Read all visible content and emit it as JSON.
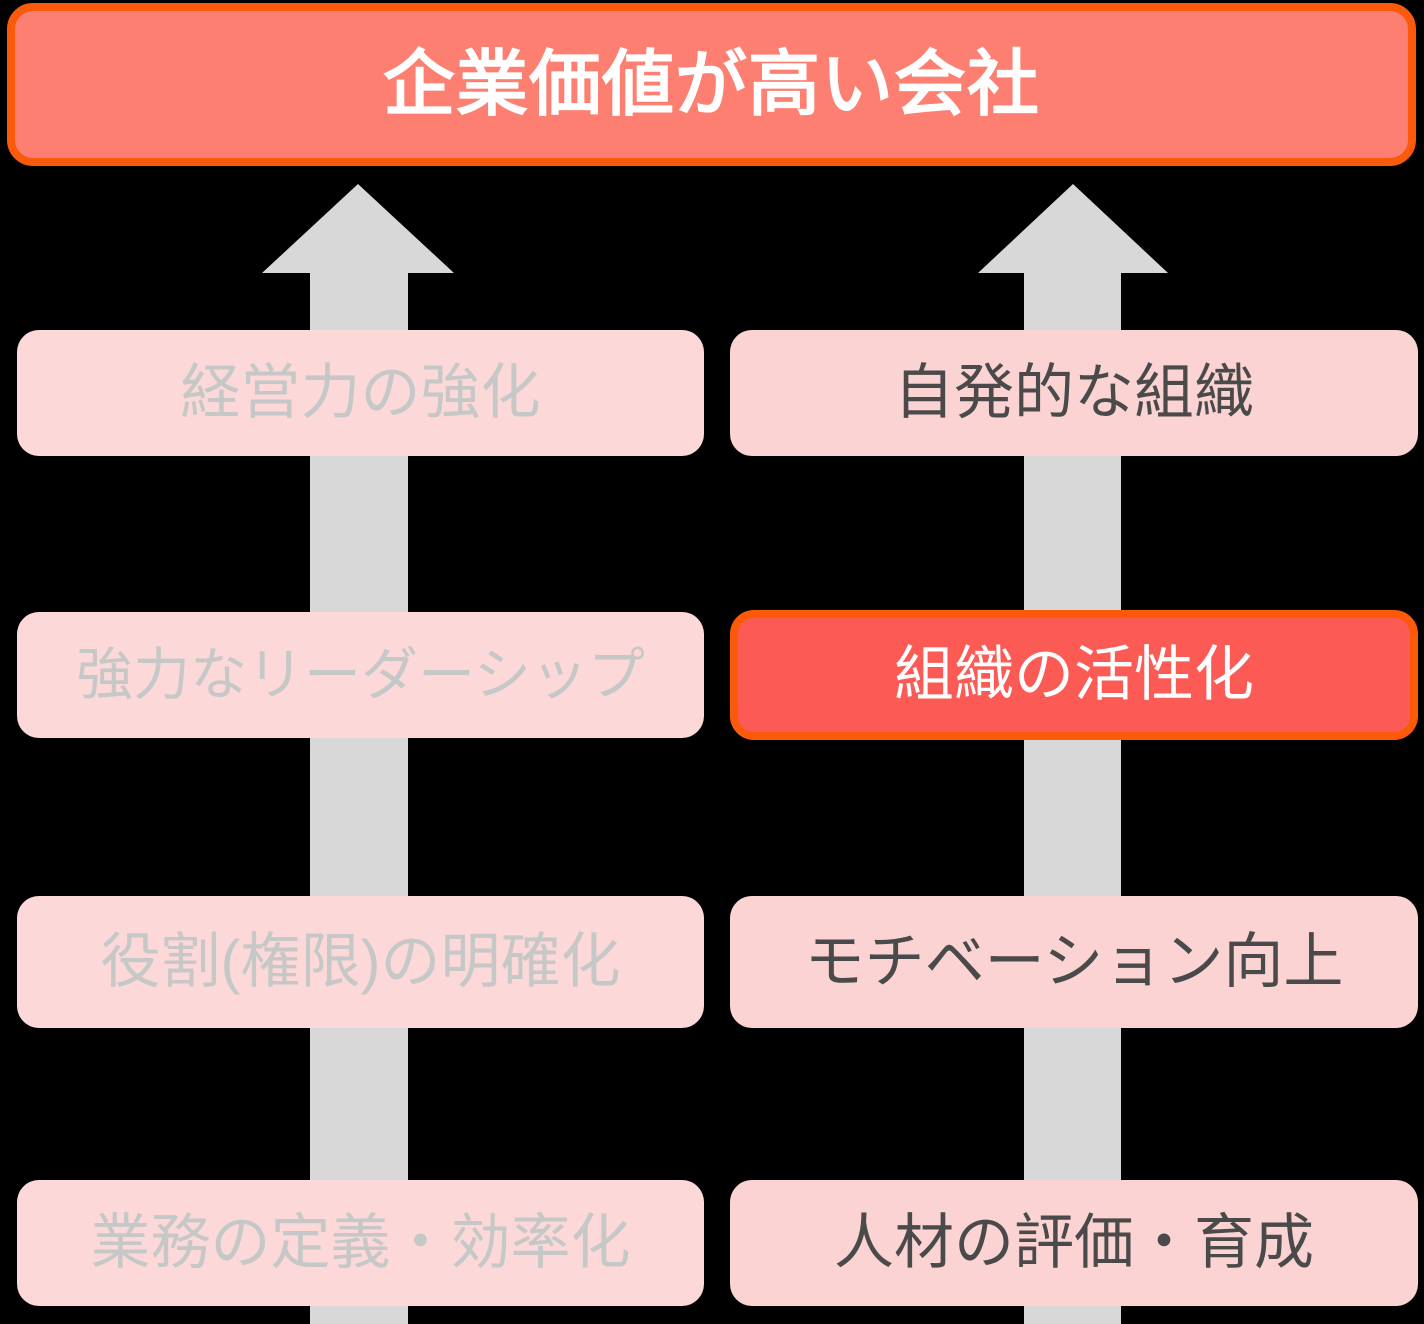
{
  "diagram": {
    "title": "企業価値が高い会社",
    "type": "two-column-pillar-arrow-diagram",
    "colors": {
      "goal_fill": "#fc7f72",
      "goal_border": "#fa5a0a",
      "highlight_fill": "#fc5a55",
      "highlight_border": "#fa5a0a",
      "box_fill": "#fcd5d5",
      "muted_text": "#c6c8c8",
      "active_text": "#4a4a4a",
      "white_text": "#ffffff",
      "arrow": "#d8d8d8"
    }
  },
  "goal": {
    "label": "企業価値が高い会社"
  },
  "arrows": [
    {
      "name": "left-column-arrow",
      "direction": "up",
      "color": "#d8d8d8"
    },
    {
      "name": "right-column-arrow",
      "direction": "up",
      "color": "#d8d8d8"
    }
  ],
  "columns": [
    {
      "id": "left",
      "state": "muted",
      "boxes": [
        {
          "label": "経営力の強化",
          "state": "muted"
        },
        {
          "label": "強力なリーダーシップ",
          "state": "muted"
        },
        {
          "label": "役割(権限)の明確化",
          "state": "muted"
        },
        {
          "label": "業務の定義・効率化",
          "state": "muted"
        }
      ]
    },
    {
      "id": "right",
      "state": "active",
      "boxes": [
        {
          "label": "自発的な組織",
          "state": "active"
        },
        {
          "label": "組織の活性化",
          "state": "highlight"
        },
        {
          "label": "モチベーション向上",
          "state": "active"
        },
        {
          "label": "人材の評価・育成",
          "state": "active"
        }
      ]
    }
  ]
}
